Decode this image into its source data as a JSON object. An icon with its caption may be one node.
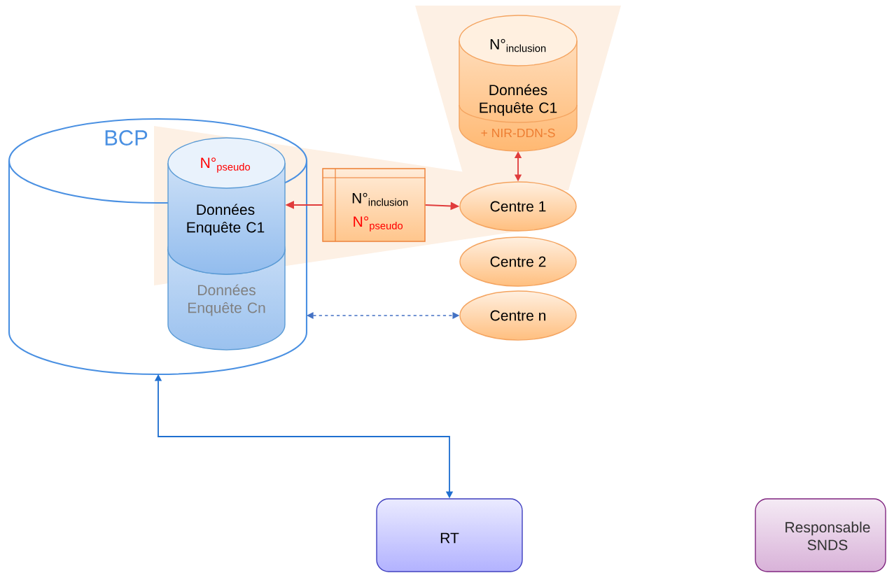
{
  "diagram": {
    "nodes": [
      {
        "text": [
          "BCP"
        ]
      },
      {
        "text": [
          "\\mathrm{N°}_{\\mathrm{pseudo}}",
          "Données Enquête C1"
        ],
        "in": 0
      },
      {
        "text": [
          "Données Enquête Cn"
        ],
        "in": 0
      },
      {
        "text": [
          "\\mathrm{N°}_{\\mathrm{inclusion}}",
          "\\mathrm{N°}_{\\mathrm{pseudo}}"
        ]
      },
      {
        "text": [
          "Centre 1"
        ]
      },
      {
        "text": [
          "Centre 2"
        ]
      },
      {
        "text": [
          "Centre n"
        ]
      },
      {
        "text": [
          "\\mathrm{N°}_{\\mathrm{inclusion}}",
          "Données Enquête C1",
          "+ NIR-DDN-S"
        ]
      },
      {
        "text": [
          "RT"
        ]
      },
      {
        "text": [
          "Responsable SNDS"
        ]
      }
    ],
    "edges": [
      {
        "from": 3,
        "to": 1,
        "arrow": "to"
      },
      {
        "from": 3,
        "to": 4,
        "arrow": "to"
      },
      {
        "from": 7,
        "to": 4,
        "arrow": "both"
      },
      {
        "from": 0,
        "to": 6,
        "arrow": "both",
        "style": "dashed",
        "color": "#4472c4"
      },
      {
        "from": 0,
        "to": 8,
        "arrow": "both",
        "color": "#1f6fd0"
      }
    ]
  }
}
